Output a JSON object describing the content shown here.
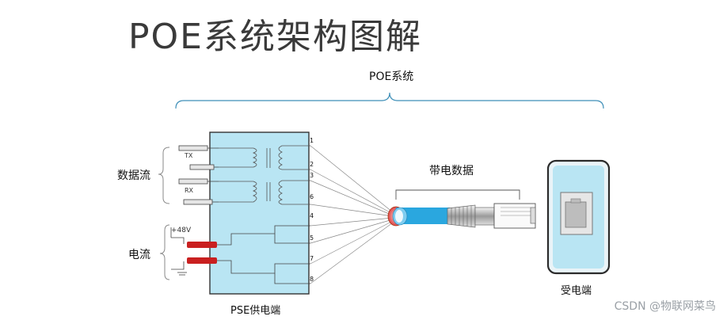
{
  "title": "POE系统架构图解",
  "labels": {
    "poe_system": "POE系统",
    "data_stream": "数据流",
    "current": "电流",
    "powered_data": "带电数据",
    "pse": "PSE供电端",
    "pd": "受电端",
    "tx": "TX",
    "rx": "RX",
    "voltage": "+48V"
  },
  "pins": [
    "1",
    "2",
    "3",
    "6",
    "4",
    "5",
    "7",
    "8"
  ],
  "watermark": "CSDN @物联网菜鸟",
  "colors": {
    "box_fill": "#b9e5f3",
    "box_stroke": "#333333",
    "cable_blue": "#2aa7df",
    "plug_red": "#d42a2a",
    "bracket": "#3e8fb8"
  }
}
